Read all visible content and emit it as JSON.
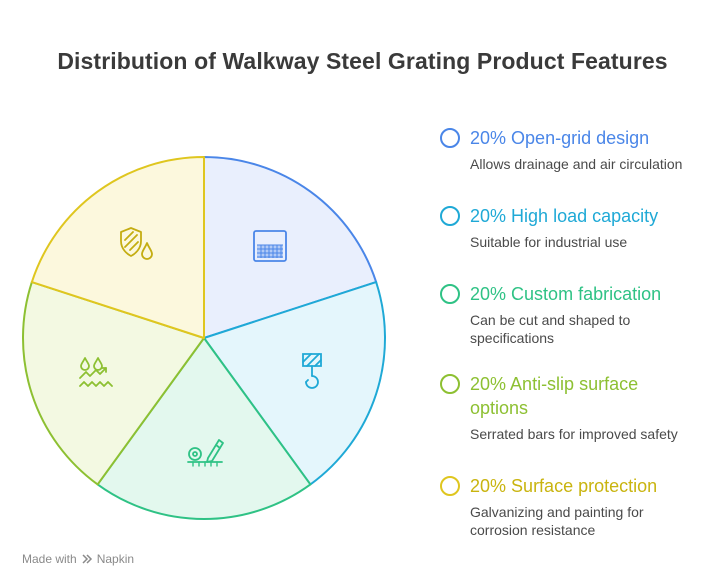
{
  "title": "Distribution of Walkway Steel Grating Product Features",
  "chart_data": {
    "type": "pie",
    "unit": "%",
    "slices": [
      {
        "label": "Open-grid design",
        "value": 20,
        "percent_label": "20%",
        "description": "Allows drainage and air circulation",
        "stroke": "#4a86e8",
        "fill": "#e9effd",
        "icon": "grating-icon"
      },
      {
        "label": "High load capacity",
        "value": 20,
        "percent_label": "20%",
        "description": "Suitable for industrial use",
        "stroke": "#1fa9d6",
        "fill": "#e4f6fc",
        "icon": "crane-hook-icon"
      },
      {
        "label": "Custom fabrication",
        "value": 20,
        "percent_label": "20%",
        "description": "Can be cut and shaped to specifications",
        "stroke": "#2fc285",
        "fill": "#e3f8ee",
        "icon": "measure-pencil-icon"
      },
      {
        "label": "Anti-slip surface options",
        "value": 20,
        "percent_label": "20%",
        "description": "Serrated bars for improved safety",
        "stroke": "#8dc032",
        "fill": "#f3f9e2",
        "icon": "anti-slip-icon"
      },
      {
        "label": "Surface protection",
        "value": 20,
        "percent_label": "20%",
        "description": "Galvanizing and painting for corrosion resistance",
        "stroke": "#dfc61f",
        "fill": "#fcf8dd",
        "icon": "shield-drop-icon"
      }
    ]
  },
  "footer": {
    "made_with": "Made with",
    "brand": "Napkin"
  }
}
